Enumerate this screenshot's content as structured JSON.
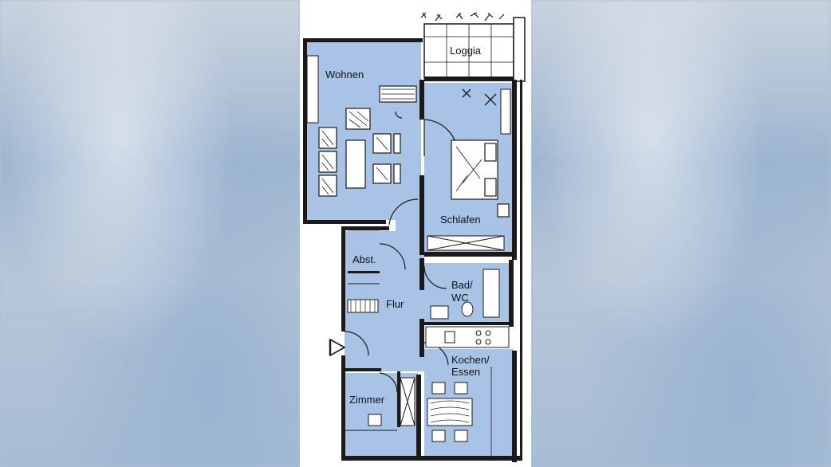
{
  "colors": {
    "floor": "#a9c3e6",
    "wall": "#1a1a1a",
    "paper": "#ffffff",
    "letterbox": "#aebfd2"
  },
  "rooms": {
    "loggia": "Loggia",
    "wohnen": "Wohnen",
    "schlafen": "Schlafen",
    "abst": "Abst.",
    "flur": "Flur",
    "bad_line1": "Bad/",
    "bad_line2": "WC",
    "kochen_line1": "Kochen/",
    "kochen_line2": "Essen",
    "zimmer": "Zimmer"
  },
  "icons": {
    "entrance": "entrance-arrow-icon",
    "plant": "plant-icon"
  }
}
